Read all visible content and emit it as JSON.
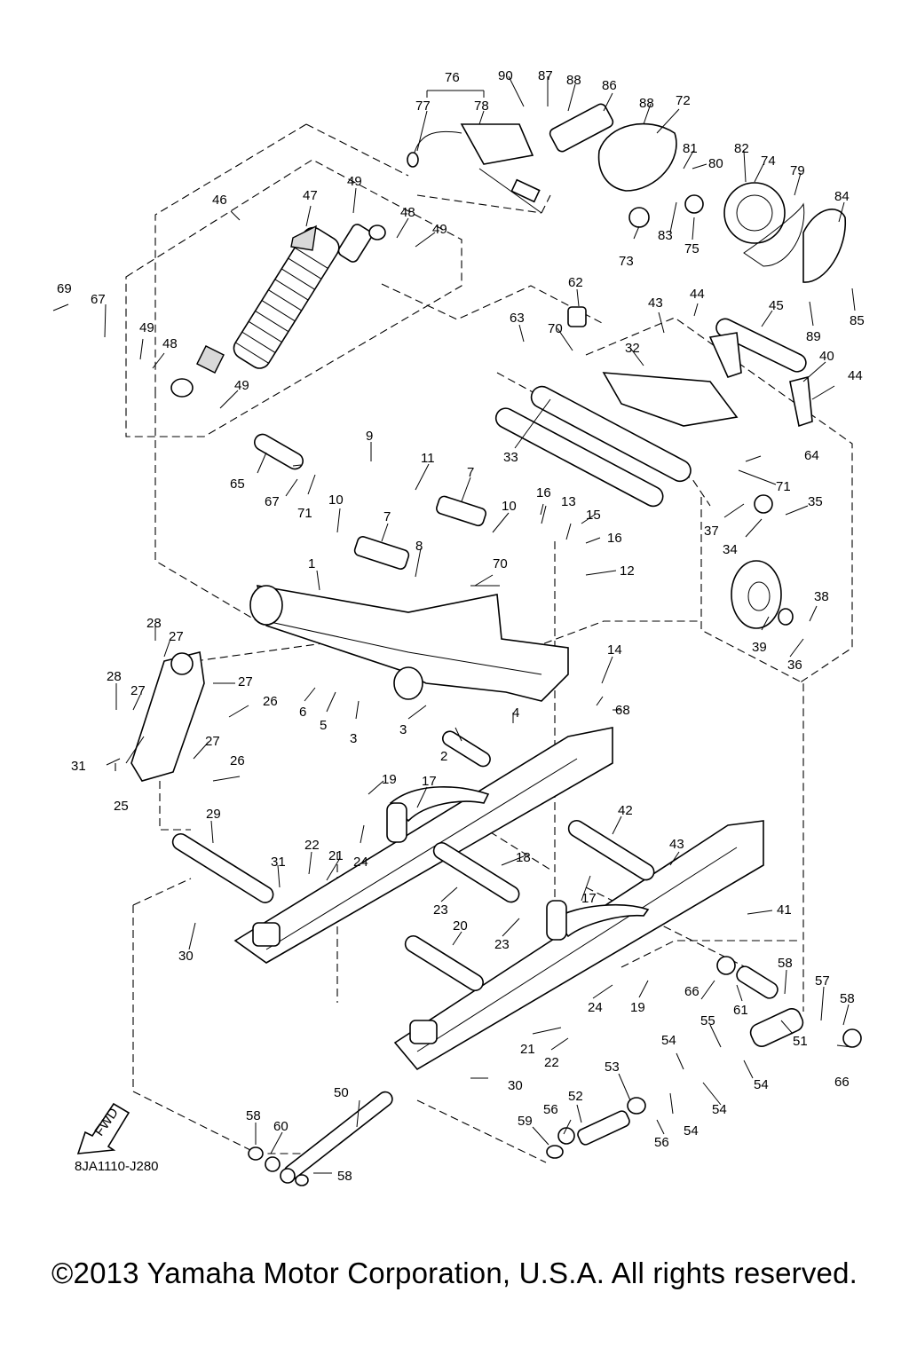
{
  "diagram": {
    "code": "8JA1110-J280",
    "copyright": "©2013 Yamaha Motor Corporation, U.S.A. All rights reserved.",
    "fwd_label": "FWD",
    "callouts": [
      "1",
      "2",
      "3",
      "3",
      "4",
      "5",
      "6",
      "7",
      "7",
      "8",
      "9",
      "10",
      "10",
      "11",
      "12",
      "13",
      "14",
      "15",
      "16",
      "16",
      "17",
      "17",
      "18",
      "19",
      "19",
      "20",
      "21",
      "21",
      "22",
      "22",
      "23",
      "23",
      "24",
      "24",
      "25",
      "26",
      "26",
      "27",
      "27",
      "27",
      "27",
      "28",
      "28",
      "29",
      "30",
      "30",
      "31",
      "31",
      "32",
      "33",
      "34",
      "35",
      "36",
      "37",
      "38",
      "39",
      "40",
      "41",
      "42",
      "43",
      "43",
      "44",
      "44",
      "45",
      "46",
      "47",
      "48",
      "48",
      "49",
      "49",
      "49",
      "49",
      "50",
      "51",
      "52",
      "53",
      "54",
      "54",
      "54",
      "54",
      "55",
      "56",
      "56",
      "57",
      "58",
      "58",
      "58",
      "58",
      "59",
      "60",
      "61",
      "62",
      "63",
      "64",
      "65",
      "66",
      "66",
      "67",
      "67",
      "68",
      "69",
      "70",
      "70",
      "71",
      "71",
      "72",
      "73",
      "74",
      "75",
      "76",
      "77",
      "78",
      "79",
      "80",
      "81",
      "82",
      "83",
      "84",
      "85",
      "86",
      "87",
      "88",
      "88",
      "89",
      "90"
    ]
  }
}
